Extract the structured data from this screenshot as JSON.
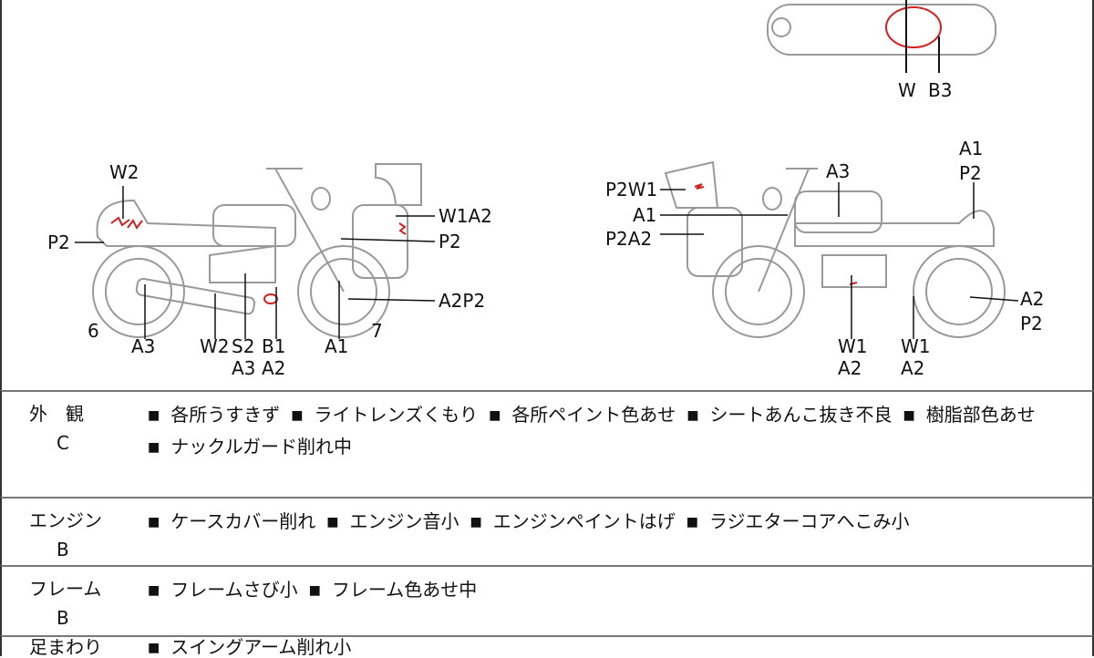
{
  "top_view": {
    "labels": [
      "W",
      "B3"
    ]
  },
  "left_bike": {
    "labels": [
      "W2",
      "P2",
      "W1A2",
      "P2",
      "A2P2",
      "6",
      "A3",
      "W2",
      "S2",
      "B1",
      "A3",
      "A2",
      "A1",
      "7"
    ]
  },
  "right_bike": {
    "labels": [
      "P2W1",
      "A1",
      "P2A2",
      "A3",
      "A1",
      "P2",
      "A2",
      "P2",
      "W1",
      "A2",
      "W1",
      "A2"
    ]
  },
  "rows": [
    {
      "label": "外　観",
      "grade": "C",
      "items": [
        "各所うすきず",
        "ライトレンズくもり",
        "各所ペイント色あせ",
        "シートあんこ抜き不良",
        "樹脂部色あせ",
        "ナックルガード削れ中"
      ]
    },
    {
      "label": "エンジン",
      "grade": "B",
      "items": [
        "ケースカバー削れ",
        "エンジン音小",
        "エンジンペイントはげ",
        "ラジエターコアへこみ小"
      ]
    },
    {
      "label": "フレーム",
      "grade": "B",
      "items": [
        "フレームさび小",
        "フレーム色あせ中"
      ]
    },
    {
      "label": "足まわり",
      "grade": "",
      "items": [
        "スイングアーム削れ小"
      ]
    }
  ],
  "colors": {
    "line": "#999999",
    "damage": "#d02020"
  }
}
